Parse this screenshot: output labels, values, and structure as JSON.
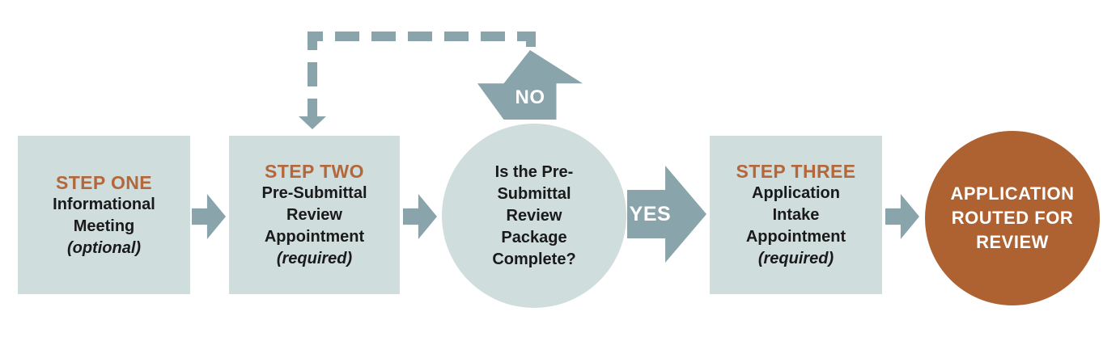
{
  "colors": {
    "panel": "#cfdddc",
    "connector": "#89a4aa",
    "step_title": "#b4673a",
    "result_circle": "#ae6232",
    "body_text": "#1a1a1a",
    "label_text": "#ffffff"
  },
  "steps": [
    {
      "title": "STEP ONE",
      "lines": [
        "Informational",
        "Meeting"
      ],
      "note": "(optional)"
    },
    {
      "title": "STEP TWO",
      "lines": [
        "Pre-Submittal",
        "Review",
        "Appointment"
      ],
      "note": "(required)"
    },
    {
      "title": "STEP THREE",
      "lines": [
        "Application",
        "Intake",
        "Appointment"
      ],
      "note": "(required)"
    }
  ],
  "decision": {
    "lines": [
      "Is the Pre-",
      "Submittal",
      "Review",
      "Package",
      "Complete?"
    ]
  },
  "labels": {
    "no": "NO",
    "yes": "YES"
  },
  "result": {
    "lines": [
      "APPLICATION",
      "ROUTED FOR",
      "REVIEW"
    ]
  }
}
